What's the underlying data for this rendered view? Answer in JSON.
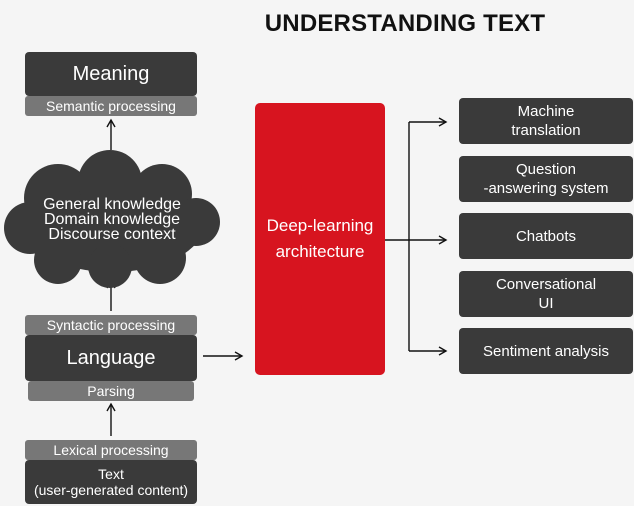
{
  "title": "UNDERSTANDING TEXT",
  "left_stack": {
    "meaning": "Meaning",
    "semantic": "Semantic processing",
    "cloud": [
      "General knowledge",
      "Domain knowledge",
      "Discourse context"
    ],
    "syntactic": "Syntactic processing",
    "language": "Language",
    "parsing": "Parsing",
    "lexical": "Lexical processing",
    "text_line1": "Text",
    "text_line2": "(user-generated content)"
  },
  "center": {
    "label_line1": "Deep-learning",
    "label_line2": "architecture"
  },
  "applications": [
    {
      "line1": "Machine",
      "line2": "translation"
    },
    {
      "line1": "Question",
      "line2": "-answering system"
    },
    {
      "line1": "Chatbots",
      "line2": ""
    },
    {
      "line1": "Conversational",
      "line2": "UI"
    },
    {
      "line1": "Sentiment analysis",
      "line2": ""
    }
  ],
  "colors": {
    "dark_box": "#3a3a3a",
    "label_bar": "#777777",
    "accent": "#d7141f",
    "background": "#f5f5f5"
  }
}
